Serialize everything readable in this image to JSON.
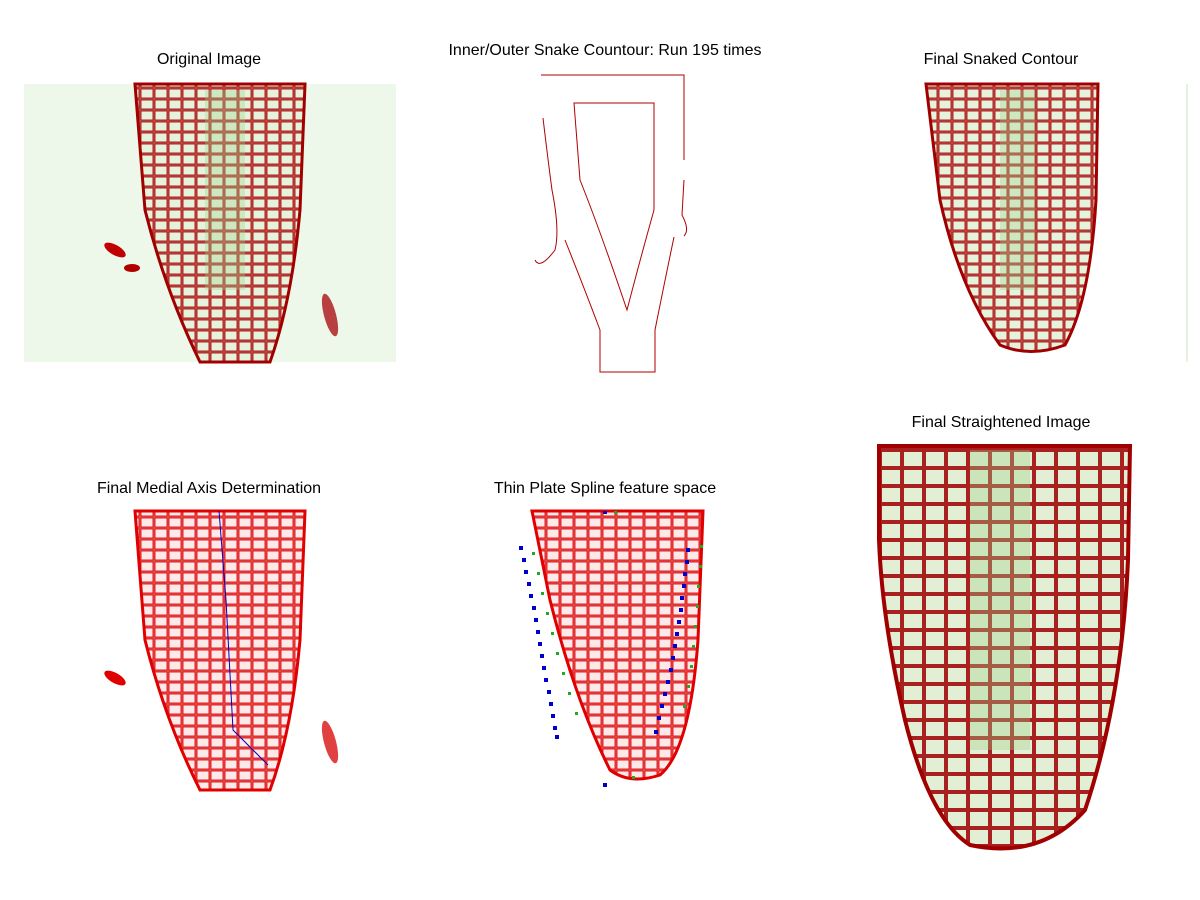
{
  "panels": [
    {
      "title": "Original Image"
    },
    {
      "title": "Inner/Outer Snake Countour: Run 195 times"
    },
    {
      "title": "Final Snaked Contour"
    },
    {
      "title": "Final Medial Axis Determination"
    },
    {
      "title": "Thin Plate Spline feature space"
    },
    {
      "title": "Final Straightened Image"
    }
  ],
  "colors": {
    "cell_wall": "#c00000",
    "cytoplasm_green": "#d8f0cc",
    "snake_line": "#b00000",
    "axis_line": "#0000c0",
    "marker_blue": "#0000cc",
    "marker_green": "#22aa22"
  }
}
